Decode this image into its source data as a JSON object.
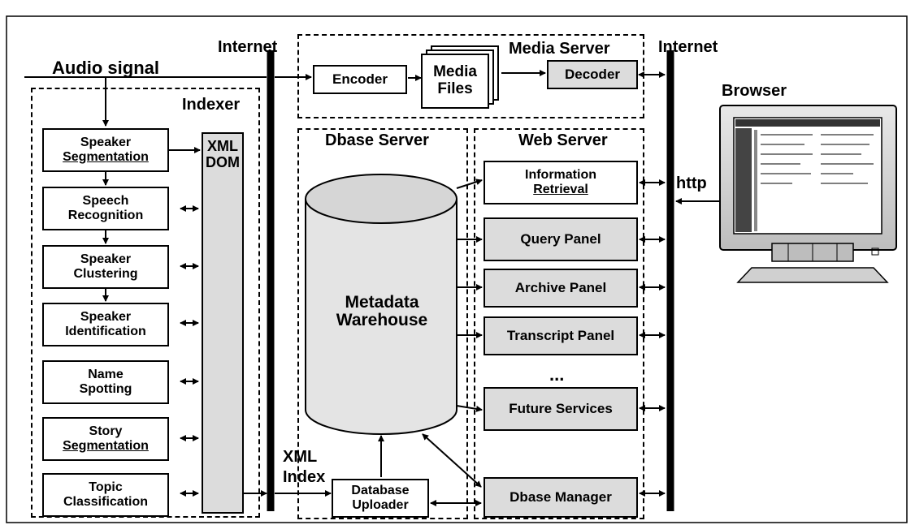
{
  "title_labels": {
    "audio_signal": "Audio signal",
    "internet_left": "Internet",
    "internet_right": "Internet",
    "media_server": "Media Server",
    "indexer": "Indexer",
    "dbase_server": "Dbase Server",
    "web_server": "Web Server",
    "browser": "Browser",
    "http": "http",
    "xml_index_1": "XML",
    "xml_index_2": "Index",
    "ellipsis": "..."
  },
  "media": {
    "encoder": "Encoder",
    "decoder": "Decoder",
    "media_files_1": "Media",
    "media_files_2": "Files"
  },
  "indexer_modules": [
    {
      "line1": "Speaker",
      "line2": "Segmentation"
    },
    {
      "line1": "Speech",
      "line2": "Recognition"
    },
    {
      "line1": "Speaker",
      "line2": "Clustering"
    },
    {
      "line1": "Speaker",
      "line2": "Identification"
    },
    {
      "line1": "Name",
      "line2": "Spotting"
    },
    {
      "line1": "Story",
      "line2": "Segmentation"
    },
    {
      "line1": "Topic",
      "line2": "Classification"
    }
  ],
  "xml_dom": {
    "line1": "XML",
    "line2": "DOM"
  },
  "warehouse": {
    "line1": "Metadata",
    "line2": "Warehouse"
  },
  "uploader": {
    "line1": "Database",
    "line2": "Uploader"
  },
  "web_modules": {
    "info_1": "Information",
    "info_2": "Retrieval",
    "query": "Query Panel",
    "archive": "Archive Panel",
    "transcript": "Transcript Panel",
    "future": "Future Services",
    "dbase_manager": "Dbase Manager"
  }
}
